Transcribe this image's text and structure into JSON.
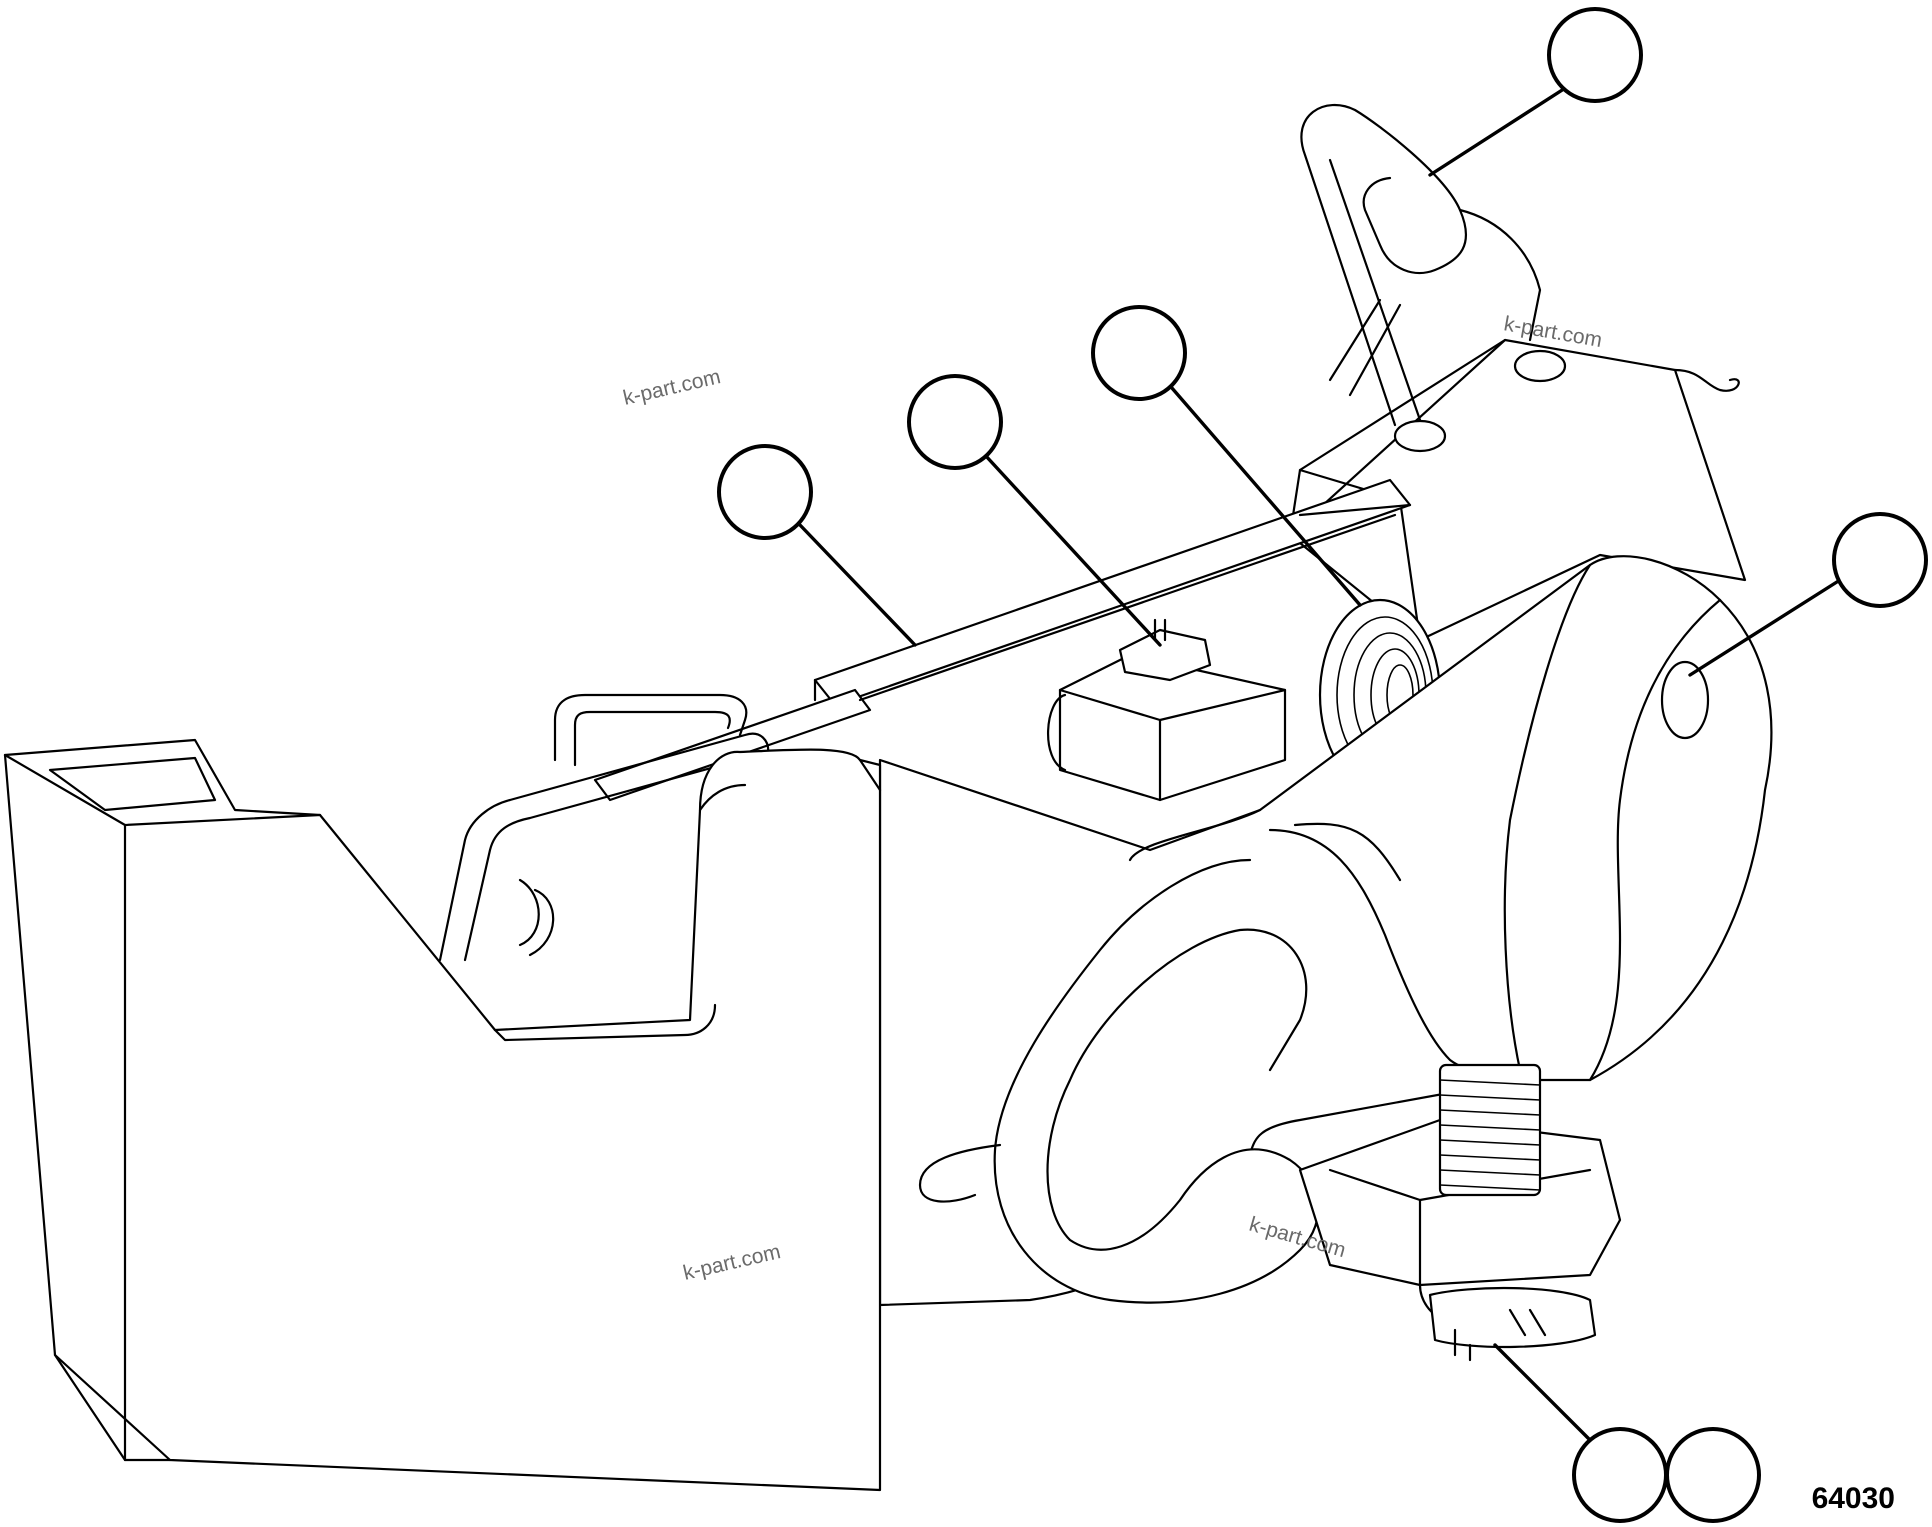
{
  "figure": {
    "number": "64030",
    "subject": "mounting bracket assembly exploded line drawing",
    "watermark_text": "k-part.com",
    "callouts": [
      {
        "id": "callout-1",
        "label": ""
      },
      {
        "id": "callout-2",
        "label": ""
      },
      {
        "id": "callout-3",
        "label": ""
      },
      {
        "id": "callout-4",
        "label": ""
      },
      {
        "id": "callout-5",
        "label": ""
      },
      {
        "id": "callout-6",
        "label": ""
      },
      {
        "id": "callout-7",
        "label": ""
      }
    ]
  }
}
